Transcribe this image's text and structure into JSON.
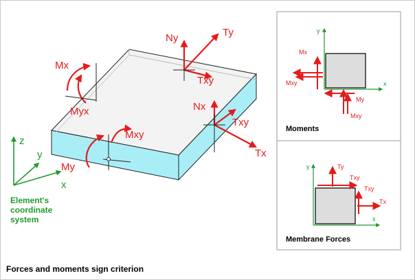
{
  "caption": "Forces and moments sign criterion",
  "colors": {
    "force": "#e51b1b",
    "axis": "#1f9a2e",
    "slab_top": "#f3f3f3",
    "slab_side": "#a9eef7",
    "panel_square": "#dddddd"
  },
  "main": {
    "labels": {
      "ny": "Ny",
      "ty": "Ty",
      "txy_top": "Txy",
      "mx": "Mx",
      "myx": "Myx",
      "nx": "Nx",
      "txy_right": "Txy",
      "tx": "Tx",
      "mxy": "Mxy",
      "my": "My"
    },
    "coords": {
      "z": "z",
      "y": "y",
      "x": "x",
      "caption_lines": [
        "Element's",
        "coordinate",
        "system"
      ]
    }
  },
  "moments_panel": {
    "title": "Moments",
    "axis_y": "y",
    "axis_x": "x",
    "labels": {
      "mx": "Mx",
      "mxy_left": "Mxy",
      "my": "My",
      "mxy_bottom": "Mxy"
    }
  },
  "membrane_panel": {
    "title": "Membrane Forces",
    "axis_y": "y",
    "axis_x": "x",
    "labels": {
      "ty": "Ty",
      "txy_top": "Txy",
      "txy_right": "Txy",
      "tx": "Tx"
    }
  }
}
